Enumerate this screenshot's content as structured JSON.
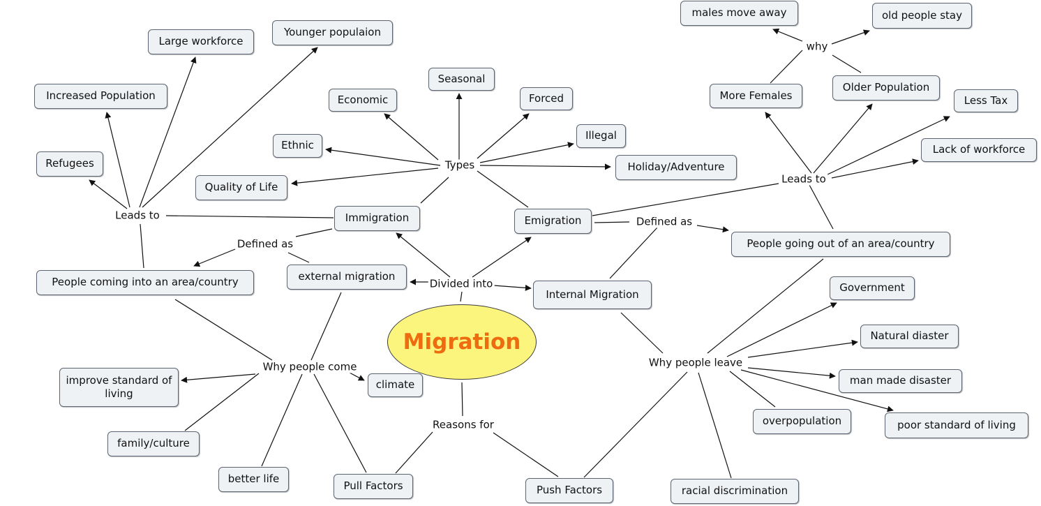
{
  "main": "Migration",
  "labels": {
    "types": "Types",
    "divided": "Divided into",
    "leadsLeft": "Leads to",
    "leadsRight": "Leads to",
    "definedLeft": "Defined as",
    "definedRight": "Defined as",
    "why": "why",
    "whyCome": "Why people come",
    "whyLeave": "Why people leave",
    "reasons": "Reasons for"
  },
  "nodes": {
    "immigration": "Immigration",
    "emigration": "Emigration",
    "external": "external migration",
    "internal": "Internal Migration",
    "peopleComing": "People coming into an area/country",
    "peopleGoing": "People going out of an area/country",
    "economic": "Economic",
    "seasonal": "Seasonal",
    "forced": "Forced",
    "illegal": "Illegal",
    "ethnic": "Ethnic",
    "holiday": "Holiday/Adventure",
    "quality": "Quality of Life",
    "refugees": "Refugees",
    "increased": "Increased Population",
    "largeWork": "Large workforce",
    "younger": "Younger populaion",
    "males": "males move away",
    "oldStay": "old people stay",
    "moreFemales": "More Females",
    "olderPop": "Older Population",
    "lessTax": "Less Tax",
    "lackWork": "Lack of workforce",
    "improve": "improve standard of living",
    "climate": "climate",
    "family": "family/culture",
    "betterLife": "better life",
    "pull": "Pull Factors",
    "push": "Push Factors",
    "government": "Government",
    "natural": "Natural diaster",
    "manMade": "man made disaster",
    "overpop": "overpopulation",
    "poorStd": "poor standard of living",
    "racial": "racial discrimination"
  },
  "colors": {
    "node_fill": "#eef2f5",
    "node_border": "#5b6470",
    "main_fill": "#fbf47d",
    "main_text": "#ef6b10",
    "edge": "#111111"
  }
}
